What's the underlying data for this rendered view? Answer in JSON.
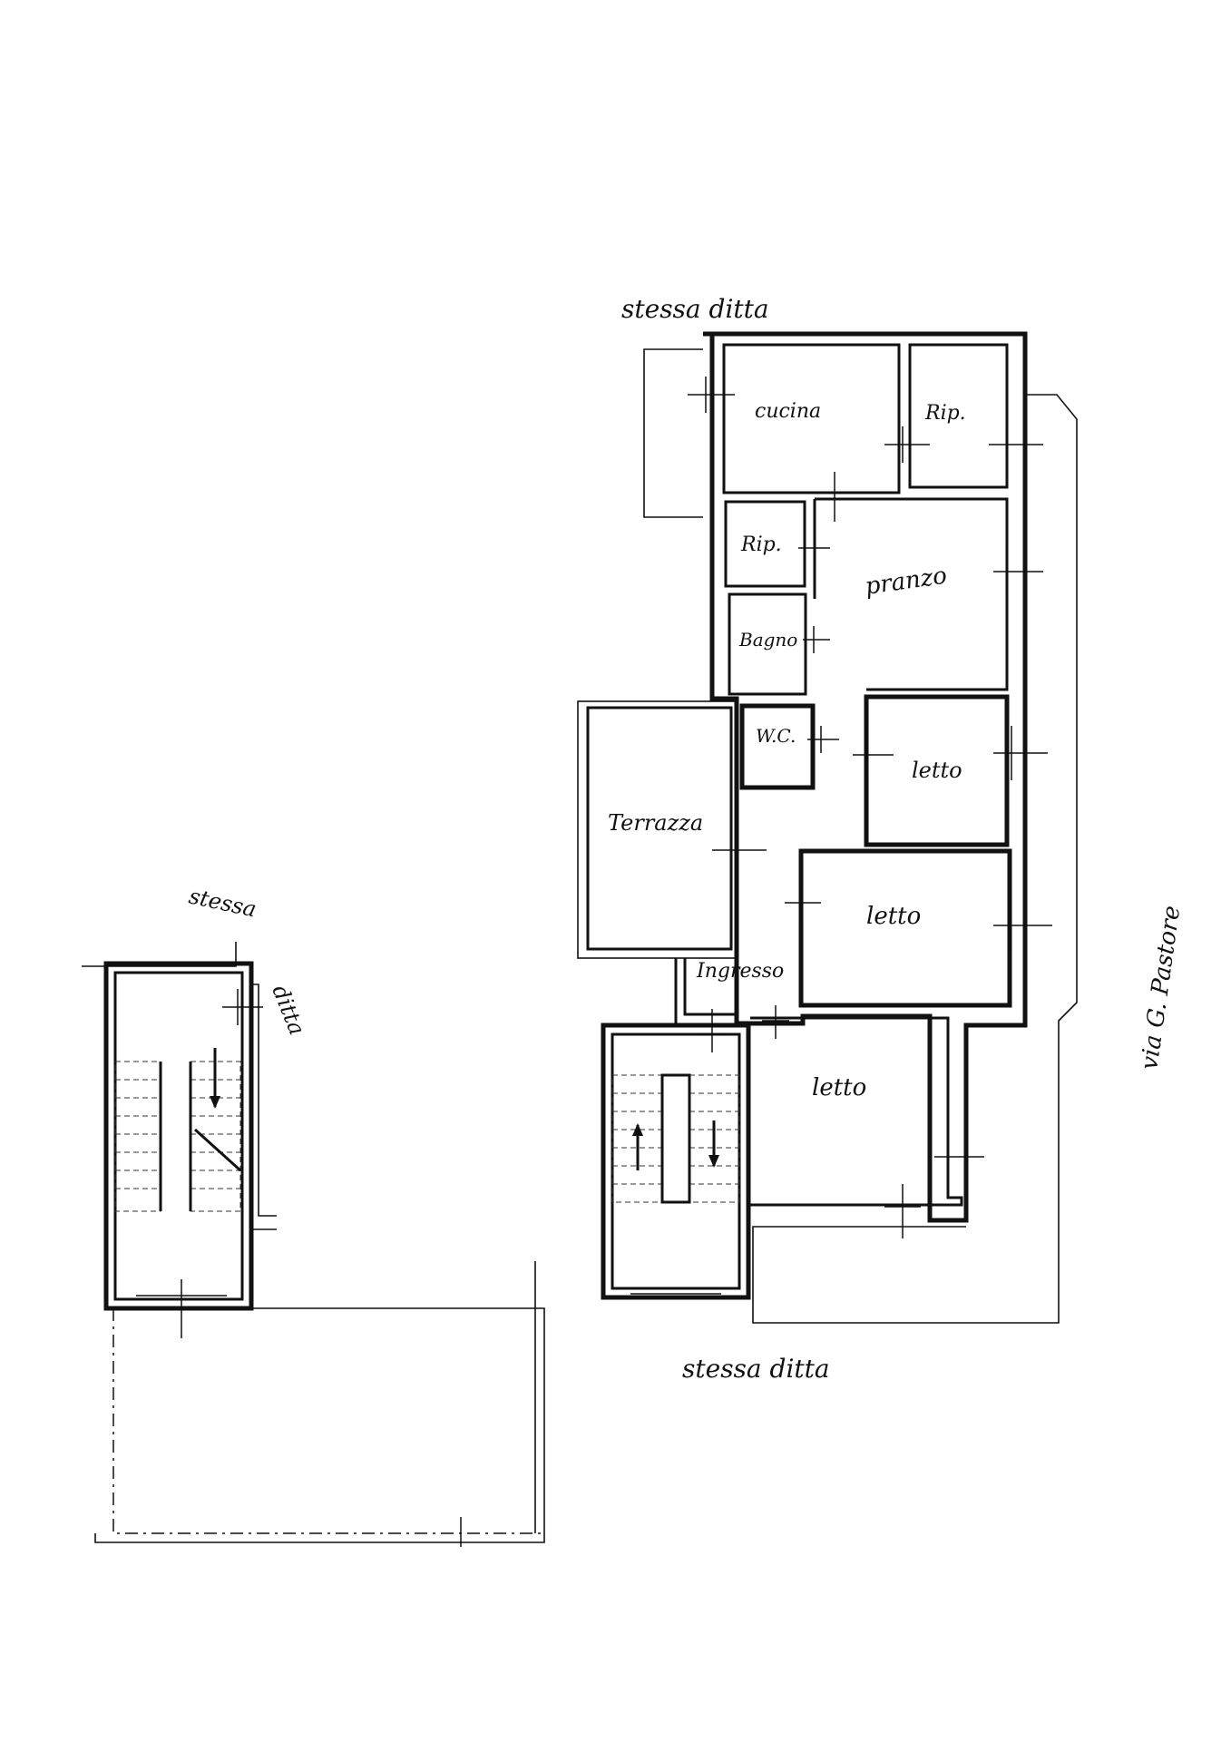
{
  "labels": {
    "top_neighbor": "stessa ditta",
    "bottom_neighbor": "stessa ditta",
    "left_neighbor_a": "stessa",
    "left_neighbor_b": "ditta",
    "street": "via G. Pastore"
  },
  "rooms": {
    "cucina": "cucina",
    "rip_top": "Rip.",
    "rip_mid": "Rip.",
    "bagno": "Bagno",
    "wc": "W.C.",
    "pranzo": "pranzo",
    "letto_1": "letto",
    "letto_2": "letto",
    "letto_3": "letto",
    "terrazza": "Terrazza",
    "ingresso": "Ingresso"
  }
}
